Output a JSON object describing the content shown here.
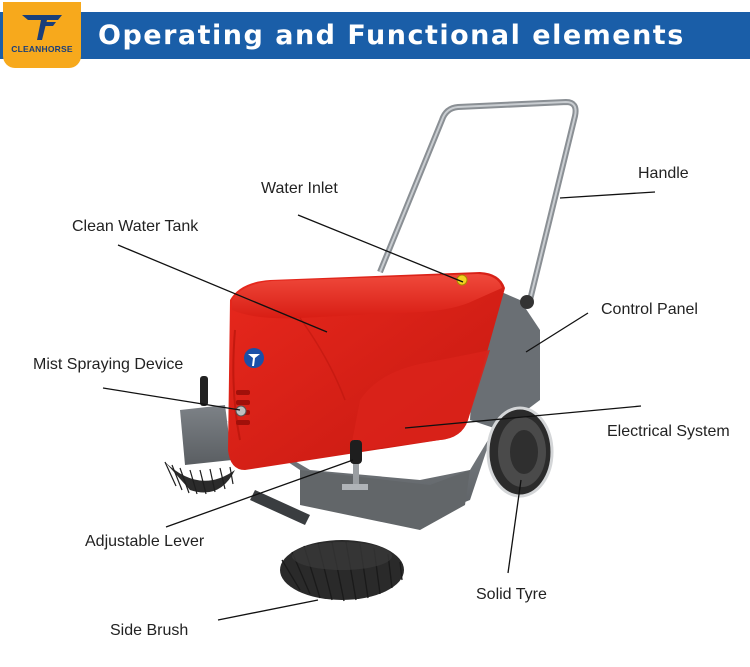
{
  "header": {
    "title": "Operating and Functional elements",
    "bar_color": "#1a5ea8"
  },
  "logo": {
    "text": "CLEANHORSE",
    "color": "#f7a91c"
  },
  "labels": {
    "handle": "Handle",
    "water_inlet": "Water Inlet",
    "clean_water_tank": "Clean Water Tank",
    "control_panel": "Control Panel",
    "mist_spraying_device": "Mist Spraying Device",
    "electrical_system": "Electrical System",
    "adjustable_lever": "Adjustable Lever",
    "solid_tyre": "Solid Tyre",
    "side_brush": "Side Brush"
  },
  "product": {
    "body_color": "#e2261c",
    "base_color": "#6f7479"
  }
}
